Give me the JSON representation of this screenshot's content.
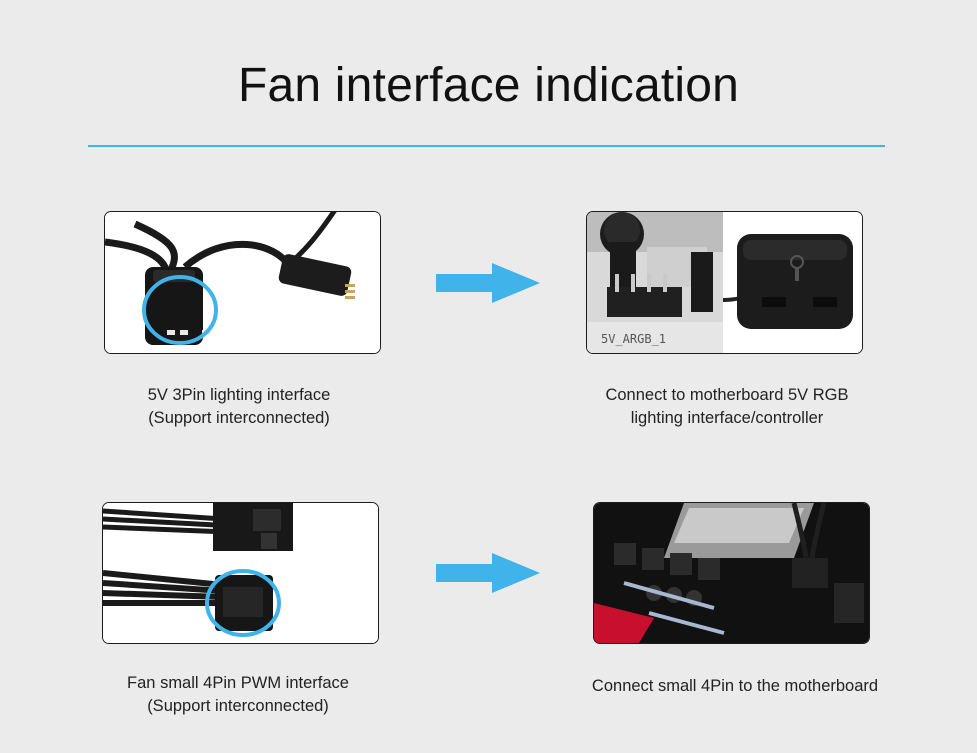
{
  "page": {
    "title": "Fan interface indication",
    "accent_color": "#3fb3ea"
  },
  "rows": [
    {
      "left": {
        "image": "rgb-3pin-connector-photo",
        "caption_line1": "5V 3Pin lighting interface",
        "caption_line2": "(Support interconnected)"
      },
      "right": {
        "image": "motherboard-argb-header-and-controller-photo",
        "board_label": "5V_ARGB_1",
        "caption_line1": "Connect to motherboard 5V RGB",
        "caption_line2": "lighting interface/controller"
      }
    },
    {
      "left": {
        "image": "4pin-pwm-fan-connector-photo",
        "caption_line1": "Fan small 4Pin PWM interface",
        "caption_line2": "(Support interconnected)"
      },
      "right": {
        "image": "motherboard-fan-header-photo",
        "caption_line1": "Connect small 4Pin to the motherboard"
      }
    }
  ]
}
